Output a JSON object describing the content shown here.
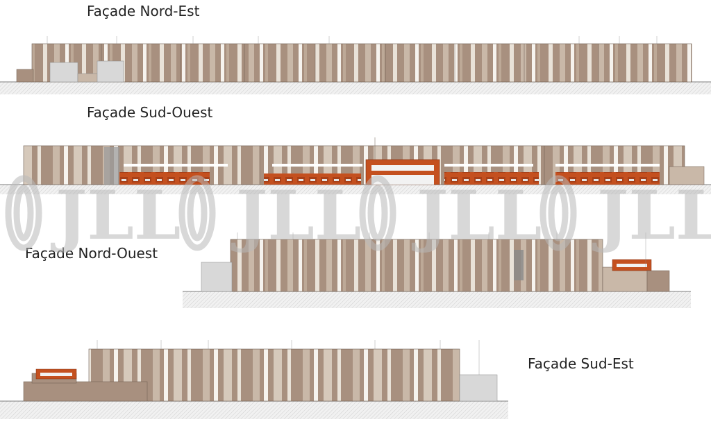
{
  "facades": [
    {
      "id": "ne",
      "title": "Façade Nord-Est"
    },
    {
      "id": "so",
      "title": "Façade Sud-Ouest"
    },
    {
      "id": "no",
      "title": "Façade Nord-Ouest"
    },
    {
      "id": "se",
      "title": "Façade Sud-Est"
    }
  ],
  "watermark": {
    "text": "JLL"
  },
  "colors": {
    "cladding_dark": "#a8907f",
    "cladding_mid": "#c9b8a8",
    "cladding_light": "#e9e2d8",
    "cladding_white": "#f6f3ee",
    "accent_orange": "#c4501f",
    "ground_hatch": "#d8d8d8",
    "watermark_gray": "#b9b9b9"
  }
}
